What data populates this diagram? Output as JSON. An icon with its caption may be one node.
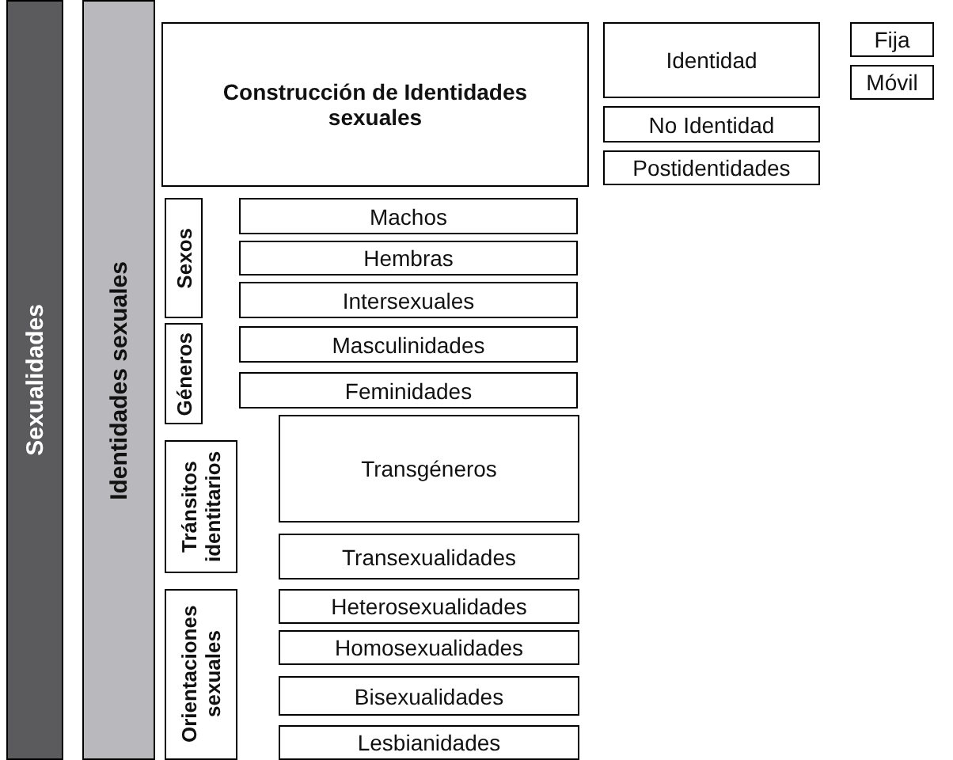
{
  "diagram": {
    "nodes": [
      {
        "text": [
          "Sexualidades"
        ]
      },
      {
        "text": [
          "Identidades sexuales"
        ]
      },
      {
        "text": [
          "Construcción de Identidades sexuales"
        ]
      },
      {
        "text": [
          "Identidad"
        ]
      },
      {
        "text": [
          "Fija"
        ]
      },
      {
        "text": [
          "Móvil"
        ]
      },
      {
        "text": [
          "No Identidad"
        ]
      },
      {
        "text": [
          "Postidentidades"
        ]
      },
      {
        "text": [
          "Sexos"
        ]
      },
      {
        "text": [
          "Machos"
        ]
      },
      {
        "text": [
          "Hembras"
        ]
      },
      {
        "text": [
          "Intersexuales"
        ]
      },
      {
        "text": [
          "Géneros"
        ]
      },
      {
        "text": [
          "Masculinidades"
        ]
      },
      {
        "text": [
          "Feminidades"
        ]
      },
      {
        "text": [
          "Tránsitos identitarios"
        ]
      },
      {
        "text": [
          "Transgéneros"
        ]
      },
      {
        "text": [
          "Transexualidades"
        ]
      },
      {
        "text": [
          "Orientaciones sexuales"
        ]
      },
      {
        "text": [
          "Heterosexualidades"
        ]
      },
      {
        "text": [
          "Homosexualidades"
        ]
      },
      {
        "text": [
          "Bisexualidades"
        ]
      },
      {
        "text": [
          "Lesbianidades"
        ]
      }
    ]
  }
}
